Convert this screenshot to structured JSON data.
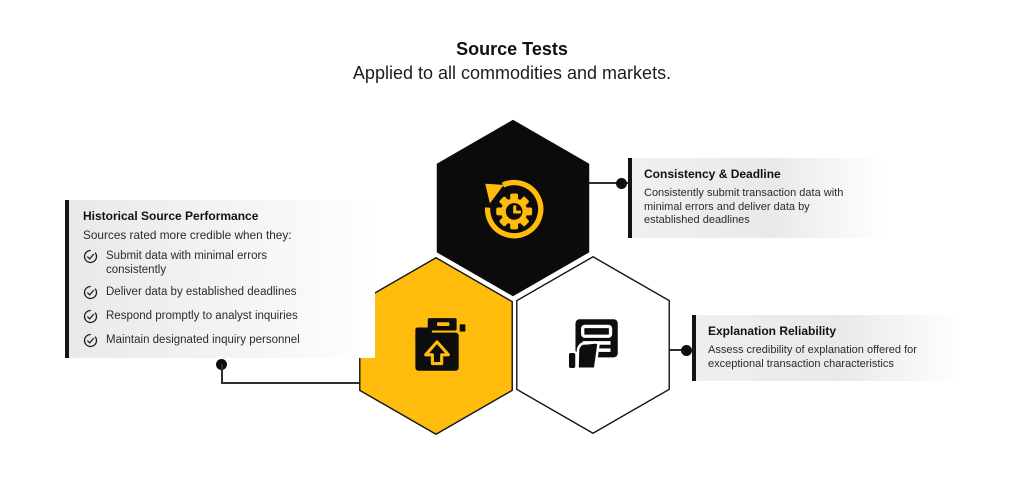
{
  "header": {
    "title": "Source Tests",
    "subtitle": "Applied to all commodities and markets."
  },
  "colors": {
    "accent_yellow": "#FFBC0D",
    "hex_black": "#0B0B0B",
    "text_dark": "#111111",
    "text_body": "#2B2B2B",
    "connector": "#2F2F2F"
  },
  "panels": {
    "historical": {
      "title": "Historical Source Performance",
      "subtitle": "Sources rated more credible when they:",
      "items": [
        "Submit data with minimal errors\nconsistently",
        "Deliver data by established deadlines",
        "Respond promptly to analyst inquiries",
        "Maintain designated inquiry personnel"
      ]
    },
    "consistency": {
      "title": "Consistency & Deadline",
      "body": "Consistently submit transaction data with\nminimal errors and deliver data by\nestablished deadlines"
    },
    "explanation": {
      "title": "Explanation Reliability",
      "body": "Assess credibility of explanation offered for\nexceptional transaction characteristics"
    }
  },
  "hexagons": {
    "top": {
      "label": "consistency-deadline",
      "icon": "history-clock-icon"
    },
    "left": {
      "label": "historical-performance",
      "icon": "folder-upload-icon"
    },
    "right": {
      "label": "explanation-reliability",
      "icon": "document-hand-icon"
    }
  }
}
